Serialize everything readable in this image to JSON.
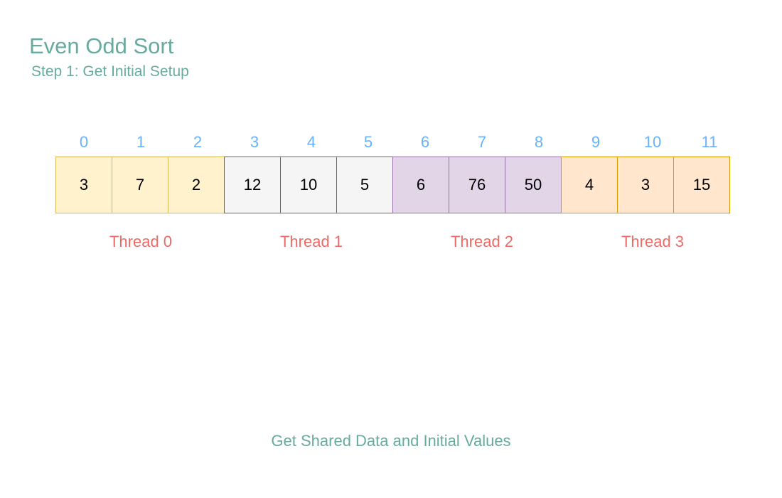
{
  "title": "Even Odd Sort",
  "subtitle": "Step 1: Get Initial Setup",
  "indices": [
    "0",
    "1",
    "2",
    "3",
    "4",
    "5",
    "6",
    "7",
    "8",
    "9",
    "10",
    "11"
  ],
  "values": [
    "3",
    "7",
    "2",
    "12",
    "10",
    "5",
    "6",
    "76",
    "50",
    "4",
    "3",
    "15"
  ],
  "threads": [
    {
      "label": "Thread 0",
      "fill": "#fff2cc",
      "stroke": "#d6b656"
    },
    {
      "label": "Thread 1",
      "fill": "#f5f5f5",
      "stroke": "#666666"
    },
    {
      "label": "Thread 2",
      "fill": "#e1d5e7",
      "stroke": "#9673a6"
    },
    {
      "label": "Thread 3",
      "fill": "#ffe6cc",
      "stroke": "#d79b00"
    }
  ],
  "caption": "Get Shared Data and Initial Values",
  "colors": {
    "title": "#67ab9f",
    "index": "#66b2ff",
    "thread_label": "#ea6b66",
    "caption": "#67ab9f"
  }
}
